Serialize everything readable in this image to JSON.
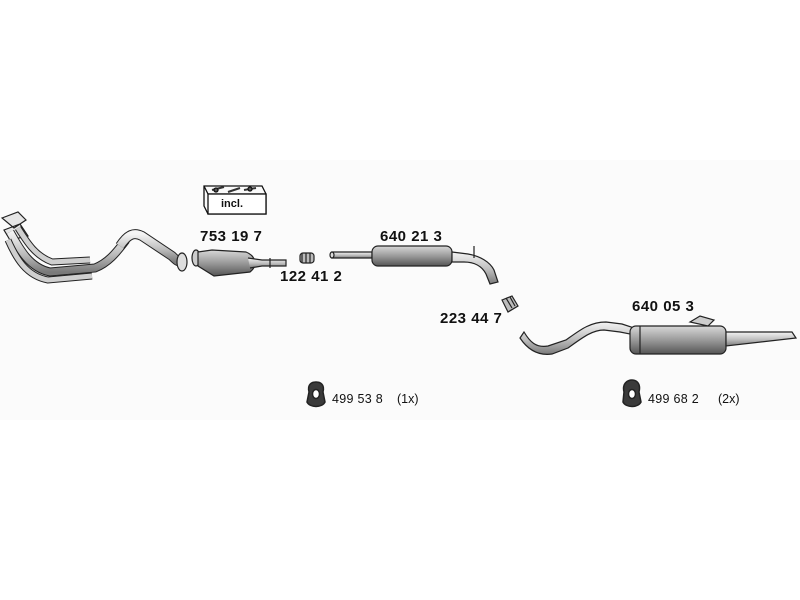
{
  "kit_box": {
    "label": "incl."
  },
  "parts": {
    "catalytic_converter": "753 19 7",
    "clamp_a": "122 41 2",
    "front_silencer": "640 21 3",
    "clamp_b": "223 44 7",
    "rear_silencer": "640 05 3"
  },
  "mounts": [
    {
      "number": "499 53 8",
      "qty": "(1x)"
    },
    {
      "number": "499 68 2",
      "qty": "(2x)"
    }
  ]
}
